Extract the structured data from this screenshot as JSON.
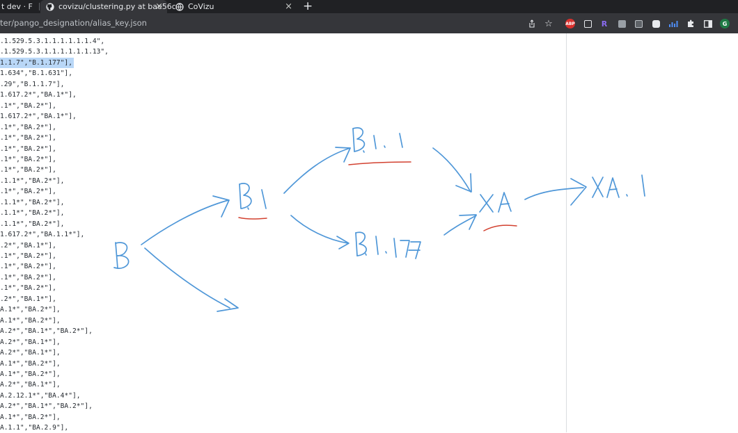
{
  "browser": {
    "tabs": [
      {
        "title": "t dev · F"
      },
      {
        "title": "covizu/clustering.py at bae56c"
      },
      {
        "title": "CoVizu"
      }
    ],
    "new_tab_symbol": "+",
    "close_symbol": "×",
    "url": "ter/pango_designation/alias_key.json",
    "abp_label": "ABP",
    "avatar_letter": "G"
  },
  "code_lines": [
    ".1.529.5.3.1.1.1.1.1.1.4\",",
    ".1.529.5.3.1.1.1.1.1.1.13\",",
    "1.1.7\",\"B.1.177\"],",
    "1.634\",\"B.1.631\"],",
    ".29\",\"B.1.1.7\"],",
    "1.617.2*\",\"BA.1*\"],",
    ".1*\",\"BA.2*\"],",
    "1.617.2*\",\"BA.1*\"],",
    ".1*\",\"BA.2*\"],",
    ".1*\",\"BA.2*\"],",
    ".1*\",\"BA.2*\"],",
    ".1*\",\"BA.2*\"],",
    ".1*\",\"BA.2*\"],",
    ".1.1*\",\"BA.2*\"],",
    ".1*\",\"BA.2*\"],",
    ".1.1*\",\"BA.2*\"],",
    ".1.1*\",\"BA.2*\"],",
    ".1.1*\",\"BA.2*\"],",
    "1.617.2*\",\"BA.1.1*\"],",
    ".2*\",\"BA.1*\"],",
    ".1*\",\"BA.2*\"],",
    ".1*\",\"BA.2*\"],",
    ".1*\",\"BA.2*\"],",
    ".1*\",\"BA.2*\"],",
    ".2*\",\"BA.1*\"],",
    "A.1*\",\"BA.2*\"],",
    "A.1*\",\"BA.2*\"],",
    "A.2*\",\"BA.1*\",\"BA.2*\"],",
    "A.2*\",\"BA.1*\"],",
    "A.2*\",\"BA.1*\"],",
    "A.1*\",\"BA.2*\"],",
    "A.1*\",\"BA.2*\"],",
    "A.2*\",\"BA.1*\"],",
    "A.2.12.1*\",\"BA.4*\"],",
    "A.2*\",\"BA.1*\",\"BA.2*\"],",
    "A.1*\",\"BA.2*\"],",
    "A.1.1\",\"BA.2.9\"],"
  ],
  "highlighted_line": 2,
  "colors": {
    "ink_blue": "#4f97d8",
    "ink_red": "#d2402f",
    "selection": "#b9d7f7"
  }
}
